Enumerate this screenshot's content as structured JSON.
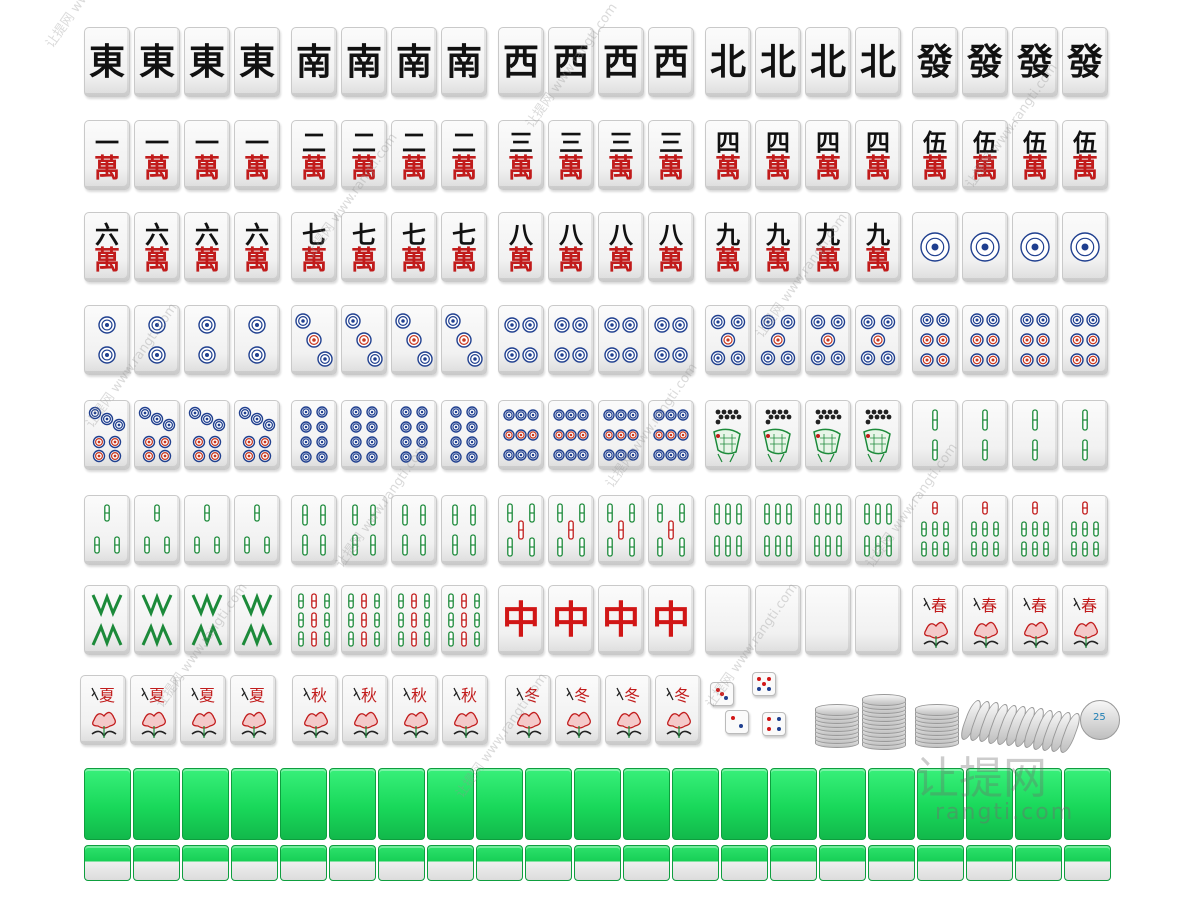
{
  "winds": [
    "東",
    "南",
    "西",
    "北",
    "發"
  ],
  "numerals": [
    "一",
    "二",
    "三",
    "四",
    "伍",
    "六",
    "七",
    "八",
    "九"
  ],
  "man_char": "萬",
  "red_dragon": "中",
  "season_marks": [
    "春",
    "夏",
    "秋",
    "冬"
  ],
  "chip_label": "25",
  "watermark": {
    "logo": "让提网",
    "url": "rangti.com",
    "repeat_text": "让提网 www.rangti.com"
  },
  "colors": {
    "tile_face": "#f4f4f4",
    "tile_back": "#19d85a",
    "pin_blue": "#1f3f8f",
    "pin_red": "#c8371f",
    "bamboo_green": "#1c8a3a",
    "character_red": "#c11b1b",
    "ink": "#111111"
  },
  "icons": {
    "pin": "circle-dot-icon",
    "bamboo": "bamboo-stick-icon",
    "flower": "flower-icon",
    "die": "die-icon",
    "chip": "chip-stack-icon"
  }
}
